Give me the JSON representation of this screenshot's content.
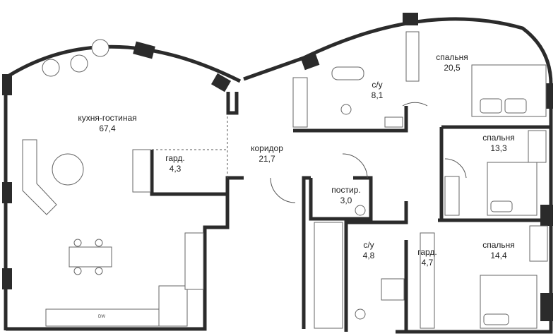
{
  "rooms": [
    {
      "name": "кухня-гостиная",
      "area": "67,4"
    },
    {
      "name": "гард.",
      "area": "4,3"
    },
    {
      "name": "коридор",
      "area": "21,7"
    },
    {
      "name": "с/у",
      "area": "8,1"
    },
    {
      "name": "спальня",
      "area": "20,5"
    },
    {
      "name": "спальня",
      "area": "13,3"
    },
    {
      "name": "постир.",
      "area": "3,0"
    },
    {
      "name": "с/у",
      "area": "4,8"
    },
    {
      "name": "гард.",
      "area": "4,7"
    },
    {
      "name": "спальня",
      "area": "14,4"
    }
  ],
  "appliance_label": "DW",
  "colors": {
    "wall": "#2b2b2b",
    "background": "#ffffff"
  }
}
